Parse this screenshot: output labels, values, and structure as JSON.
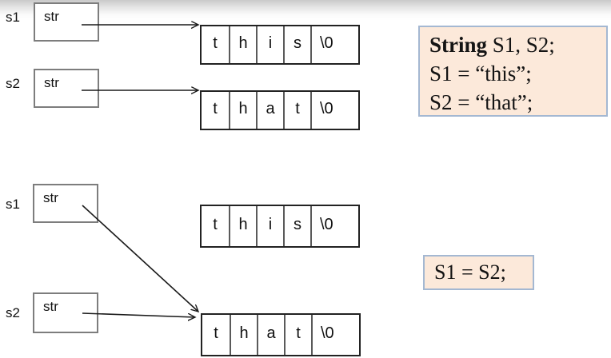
{
  "top_section": {
    "s1": {
      "label": "s1",
      "field": "str"
    },
    "s2": {
      "label": "s2",
      "field": "str"
    },
    "array_this": {
      "cells": [
        "t",
        "h",
        "i",
        "s",
        "\\0"
      ]
    },
    "array_that": {
      "cells": [
        "t",
        "h",
        "a",
        "t",
        "\\0"
      ]
    },
    "code": {
      "keyword": "String",
      "declaration_rest": " S1, S2;",
      "line2": "S1 = “this”;",
      "line3": "S2 = “that”;"
    }
  },
  "bottom_section": {
    "s1": {
      "label": "s1",
      "field": "str"
    },
    "s2": {
      "label": "s2",
      "field": "str"
    },
    "array_this": {
      "cells": [
        "t",
        "h",
        "i",
        "s",
        "\\0"
      ]
    },
    "array_that": {
      "cells": [
        "t",
        "h",
        "a",
        "t",
        "\\0"
      ]
    },
    "code": {
      "line1": "S1 = S2;"
    }
  },
  "colors": {
    "code_box_bg": "#fce9da",
    "code_box_border": "#a4b8d2",
    "pointer_box_border": "#7d7d7d",
    "array_border": "#222222",
    "arrow": "#1a1a1a",
    "top_gradient": "#c9c9c9"
  }
}
